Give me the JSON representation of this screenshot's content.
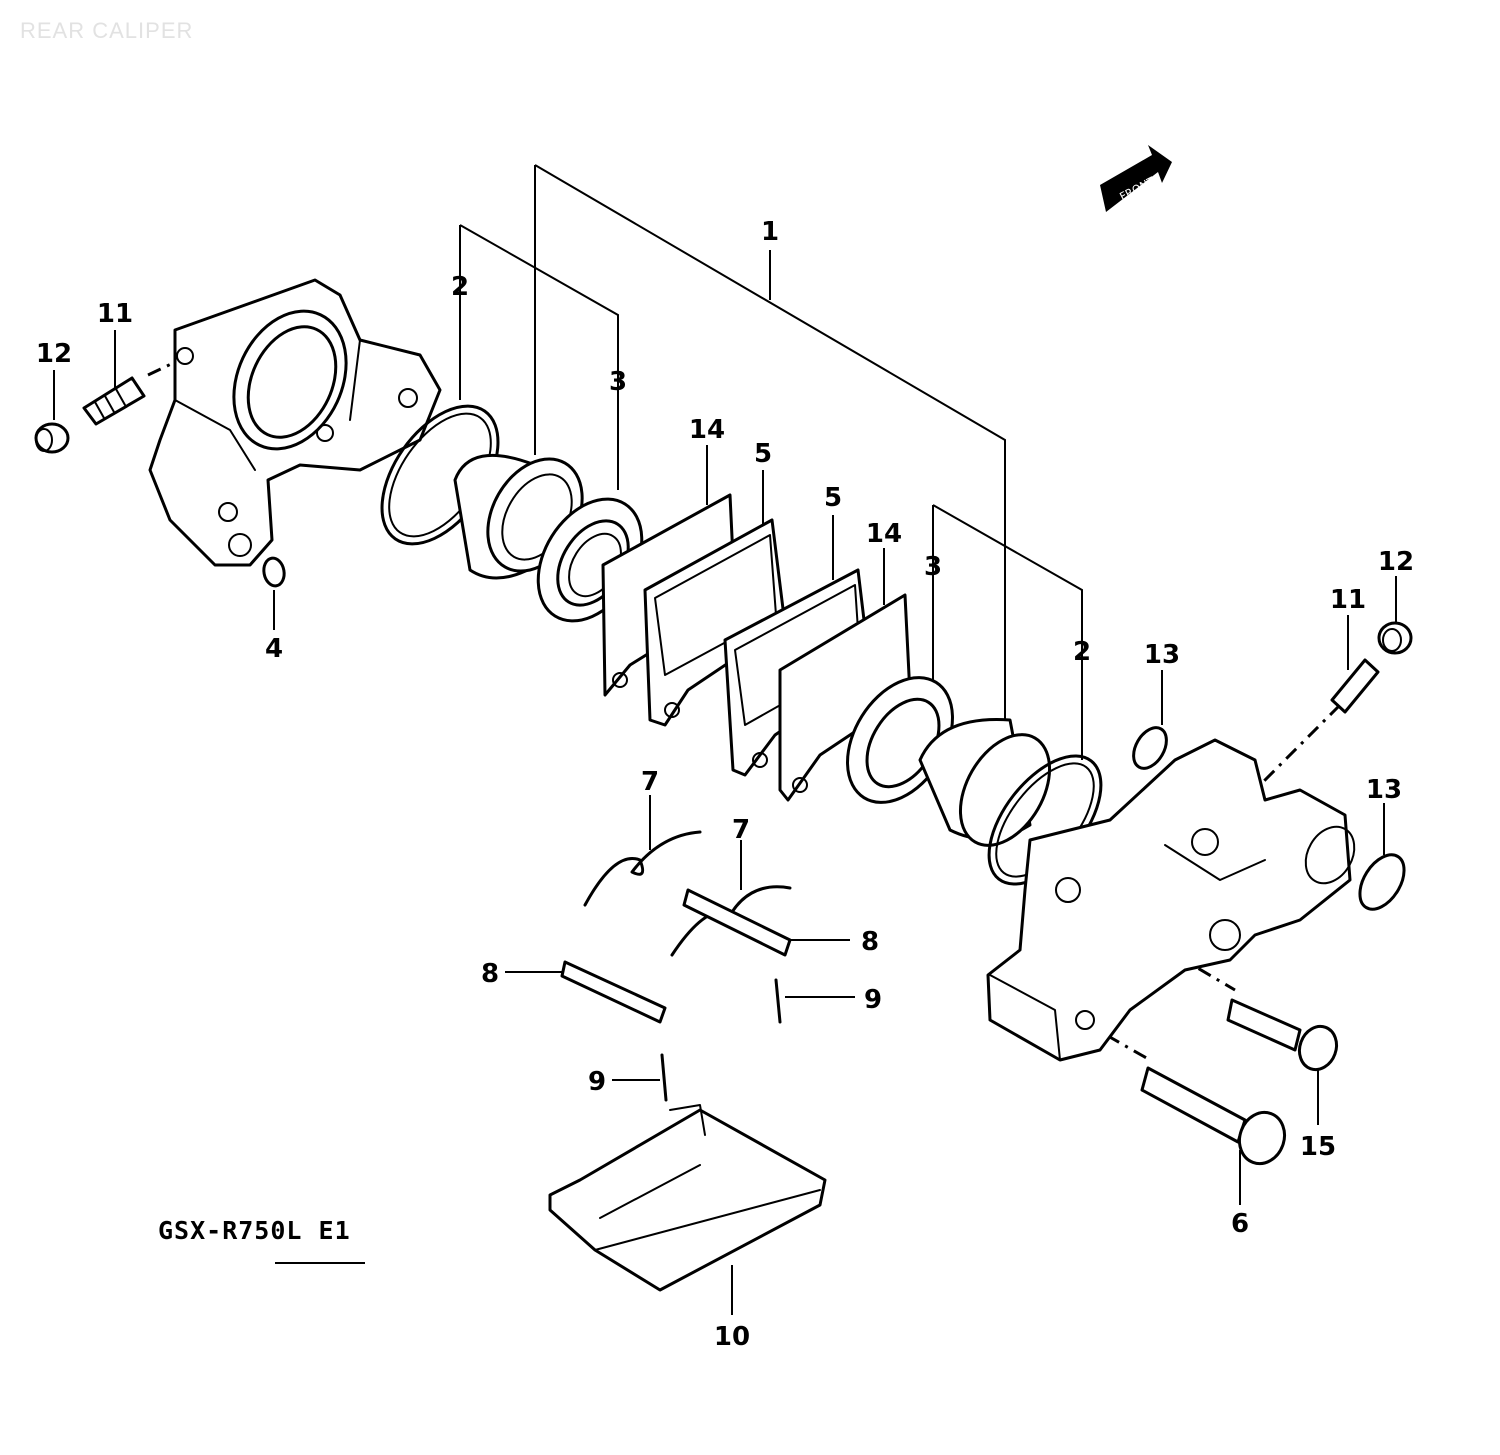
{
  "header": {
    "watermark": "REAR CALIPER"
  },
  "model_label": "GSX-R750L E1",
  "callouts": [
    {
      "id": "c1",
      "label": "1"
    },
    {
      "id": "c2l",
      "label": "2"
    },
    {
      "id": "c2r",
      "label": "2"
    },
    {
      "id": "c3l",
      "label": "3"
    },
    {
      "id": "c3r",
      "label": "3"
    },
    {
      "id": "c4",
      "label": "4"
    },
    {
      "id": "c5l",
      "label": "5"
    },
    {
      "id": "c5r",
      "label": "5"
    },
    {
      "id": "c6",
      "label": "6"
    },
    {
      "id": "c7a",
      "label": "7"
    },
    {
      "id": "c7b",
      "label": "7"
    },
    {
      "id": "c8l",
      "label": "8"
    },
    {
      "id": "c8r",
      "label": "8"
    },
    {
      "id": "c9r",
      "label": "9"
    },
    {
      "id": "c9l",
      "label": "9"
    },
    {
      "id": "c10",
      "label": "10"
    },
    {
      "id": "c11l",
      "label": "11"
    },
    {
      "id": "c11r",
      "label": "11"
    },
    {
      "id": "c12l",
      "label": "12"
    },
    {
      "id": "c12r",
      "label": "12"
    },
    {
      "id": "c13a",
      "label": "13"
    },
    {
      "id": "c13b",
      "label": "13"
    },
    {
      "id": "c14l",
      "label": "14"
    },
    {
      "id": "c14r",
      "label": "14"
    },
    {
      "id": "c15",
      "label": "15"
    }
  ],
  "icons": {
    "orientation": "front-arrow-icon"
  }
}
